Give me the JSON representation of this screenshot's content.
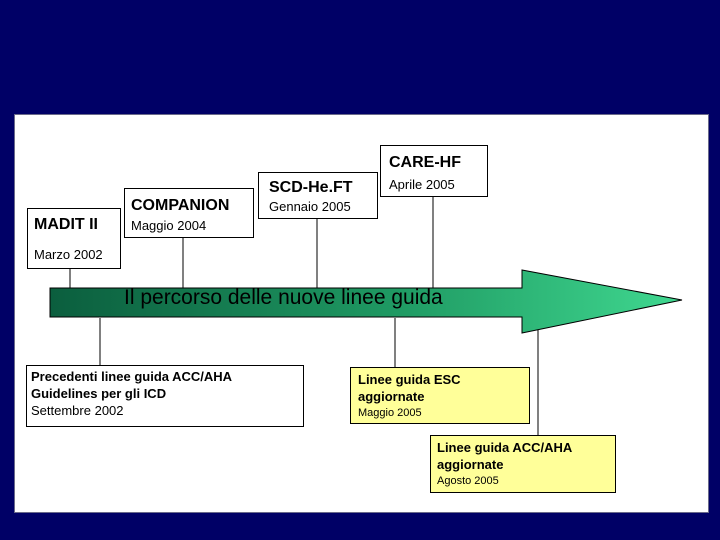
{
  "trials": [
    {
      "name": "MADIT II",
      "date": "Marzo 2002"
    },
    {
      "name": "COMPANION",
      "date": "Maggio 2004"
    },
    {
      "name": "SCD-He.FT",
      "date": "Gennaio 2005"
    },
    {
      "name": "CARE-HF",
      "date": "Aprile 2005"
    }
  ],
  "arrow": {
    "label": "Il percorso delle nuove linee guida"
  },
  "guidelines": [
    {
      "line1": "Precedenti linee guida ACC/AHA",
      "line2": "Guidelines per gli ICD",
      "date": "Settembre 2002"
    },
    {
      "line1": "Linee guida ESC",
      "line2": "aggiornate",
      "date": "Maggio 2005"
    },
    {
      "line1": "Linee guida ACC/AHA",
      "line2": "aggiornate",
      "date": "Agosto 2005"
    }
  ],
  "colors": {
    "background": "#000066",
    "panel": "#ffffff",
    "guideline_box": "#ffff99",
    "arrow_light": "#33cc88",
    "arrow_dark": "#0b5e3e"
  }
}
